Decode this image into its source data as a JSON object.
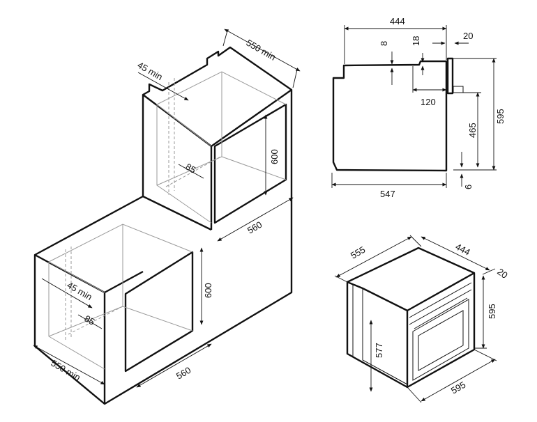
{
  "isometric_cabinet": {
    "upper": {
      "depth_label": "550 min",
      "vent_label": "45 min",
      "height_label": "600",
      "width_label": "560",
      "rear_label": "85"
    },
    "lower": {
      "depth_label": "550 min",
      "vent_label": "45 min",
      "height_label": "600",
      "width_label": "560",
      "rear_label": "85"
    }
  },
  "side_view": {
    "depth_label": "444",
    "top_step_label": "8",
    "panel_step_label": "18",
    "door_label": "20",
    "rail_label": "120",
    "height_label": "595",
    "inner_height_label": "465",
    "bottom_gap_label": "6",
    "total_depth_label": "547"
  },
  "oven_iso": {
    "depth_label": "555",
    "width_top_label": "444",
    "door_label": "20",
    "front_height_label": "595",
    "body_height_label": "577",
    "front_width_label": "595"
  }
}
